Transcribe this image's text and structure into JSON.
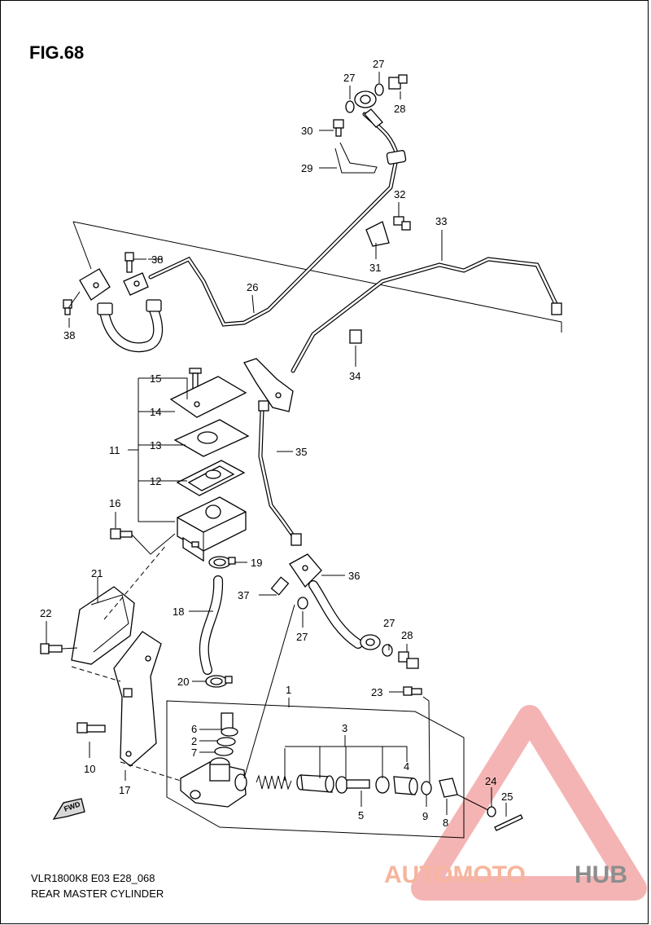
{
  "figure": {
    "title": "FIG.68",
    "code": "VLR1800K8 E03 E28_068",
    "name": "REAR MASTER CYLINDER",
    "fwd_label": "FWD"
  },
  "watermark": {
    "text_a": "AUTOMOTO",
    "text_b": "HUB",
    "color_a": "#f5a98c",
    "color_b": "#7a7a7a",
    "triangle_color": "#f08a8a"
  },
  "callouts": [
    {
      "id": "c27a",
      "label": "27"
    },
    {
      "id": "c27b",
      "label": "27"
    },
    {
      "id": "c28a",
      "label": "28"
    },
    {
      "id": "c30",
      "label": "30"
    },
    {
      "id": "c29",
      "label": "29"
    },
    {
      "id": "c32",
      "label": "32"
    },
    {
      "id": "c33",
      "label": "33"
    },
    {
      "id": "c31",
      "label": "31"
    },
    {
      "id": "c38a",
      "label": "38"
    },
    {
      "id": "c38b",
      "label": "38"
    },
    {
      "id": "c26",
      "label": "26"
    },
    {
      "id": "c34",
      "label": "34"
    },
    {
      "id": "c15",
      "label": "15"
    },
    {
      "id": "c14",
      "label": "14"
    },
    {
      "id": "c11",
      "label": "11"
    },
    {
      "id": "c13",
      "label": "13"
    },
    {
      "id": "c35",
      "label": "35"
    },
    {
      "id": "c12",
      "label": "12"
    },
    {
      "id": "c16",
      "label": "16"
    },
    {
      "id": "c19",
      "label": "19"
    },
    {
      "id": "c21",
      "label": "21"
    },
    {
      "id": "c36",
      "label": "36"
    },
    {
      "id": "c37",
      "label": "37"
    },
    {
      "id": "c18",
      "label": "18"
    },
    {
      "id": "c22",
      "label": "22"
    },
    {
      "id": "c27c",
      "label": "27"
    },
    {
      "id": "c27d",
      "label": "27"
    },
    {
      "id": "c28b",
      "label": "28"
    },
    {
      "id": "c20",
      "label": "20"
    },
    {
      "id": "c1",
      "label": "1"
    },
    {
      "id": "c23",
      "label": "23"
    },
    {
      "id": "c6",
      "label": "6"
    },
    {
      "id": "c3",
      "label": "3"
    },
    {
      "id": "c2",
      "label": "2"
    },
    {
      "id": "c7",
      "label": "7"
    },
    {
      "id": "c4",
      "label": "4"
    },
    {
      "id": "c10",
      "label": "10"
    },
    {
      "id": "c17",
      "label": "17"
    },
    {
      "id": "c24",
      "label": "24"
    },
    {
      "id": "c25",
      "label": "25"
    },
    {
      "id": "c5",
      "label": "5"
    },
    {
      "id": "c9",
      "label": "9"
    },
    {
      "id": "c8",
      "label": "8"
    }
  ]
}
